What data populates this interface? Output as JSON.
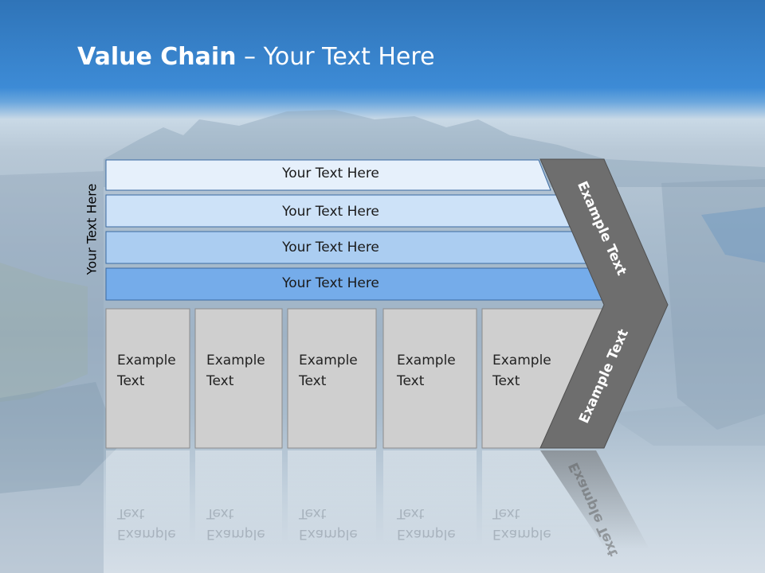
{
  "title": {
    "bold": "Value Chain",
    "rest": " – Your Text Here"
  },
  "side_label": "Your Text Here",
  "rows": [
    {
      "label": "Your Text Here",
      "fill": "#e6f0fb"
    },
    {
      "label": "Your Text Here",
      "fill": "#cde2f8"
    },
    {
      "label": "Your Text Here",
      "fill": "#abcdf1"
    },
    {
      "label": "Your Text Here",
      "fill": "#75acea"
    }
  ],
  "boxes": [
    {
      "line1": "Example",
      "line2": "Text"
    },
    {
      "line1": "Example",
      "line2": "Text"
    },
    {
      "line1": "Example",
      "line2": "Text"
    },
    {
      "line1": "Example",
      "line2": "Text"
    },
    {
      "line1": "Example",
      "line2": "Text"
    }
  ],
  "arrow": {
    "upper_label": "Example Text",
    "lower_label": "Example Text",
    "color": "#6e6e6e"
  },
  "colors": {
    "row_border": "#3a6aa3",
    "box_fill": "#cfcfcf",
    "box_border": "#8c8c8c"
  }
}
